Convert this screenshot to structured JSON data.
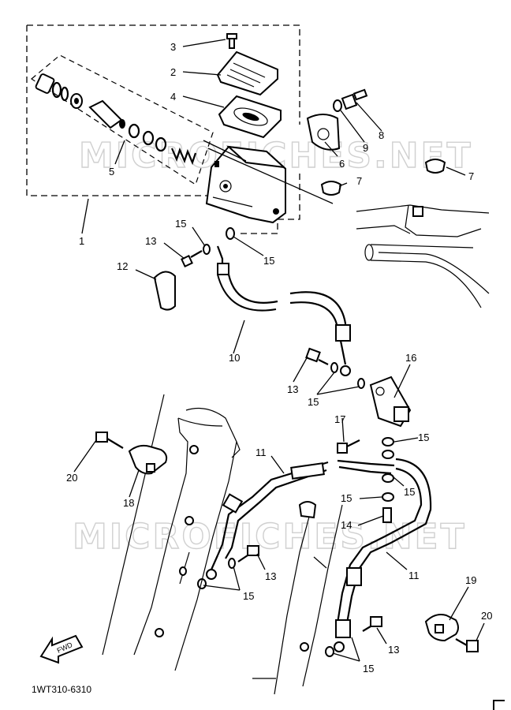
{
  "diagram": {
    "figure_code": "1WT310-6310",
    "watermark_top": "MICROFICHES.NET",
    "watermark_bottom": "MICROFICHES.NET",
    "fwd_label": "FWD",
    "callouts": {
      "c1": "1",
      "c2": "2",
      "c3": "3",
      "c4": "4",
      "c5": "5",
      "c6": "6",
      "c7a": "7",
      "c7b": "7",
      "c8": "8",
      "c9": "9",
      "c10": "10",
      "c11a": "11",
      "c11b": "11",
      "c12": "12",
      "c13a": "13",
      "c13b": "13",
      "c13c": "13",
      "c13d": "13",
      "c14": "14",
      "c15a": "15",
      "c15b": "15",
      "c15c": "15",
      "c15d": "15",
      "c15e": "15",
      "c15f": "15",
      "c15g": "15",
      "c15h": "15",
      "c16": "16",
      "c17": "17",
      "c18": "18",
      "c19": "19",
      "c20a": "20",
      "c20b": "20"
    }
  }
}
